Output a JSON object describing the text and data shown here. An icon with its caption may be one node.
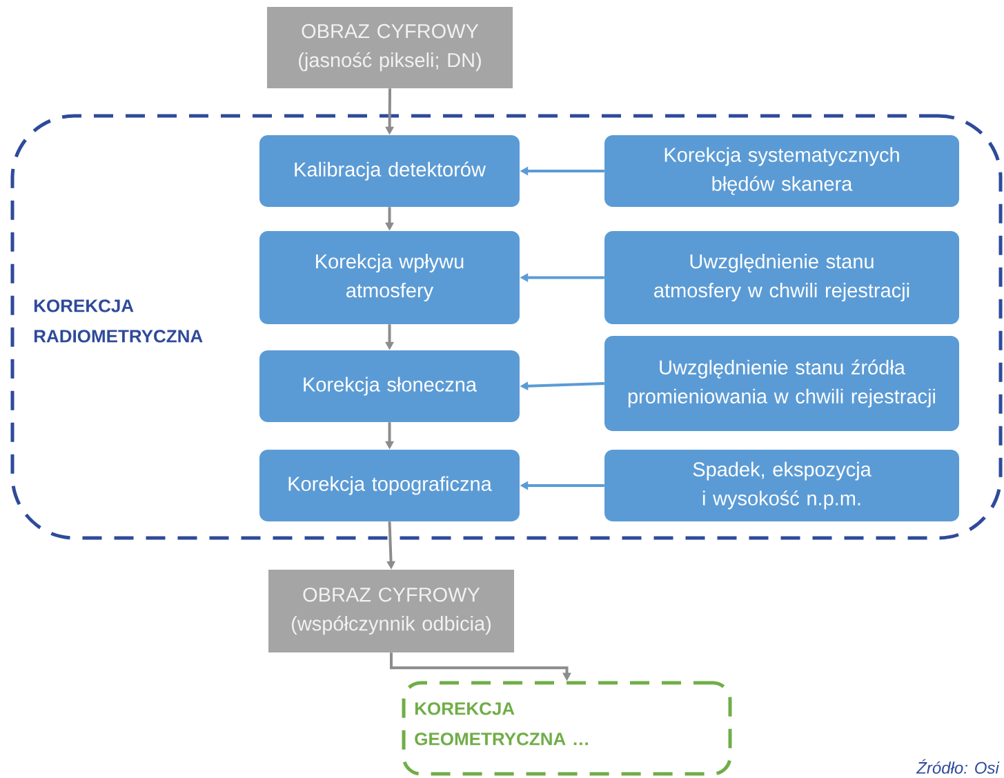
{
  "diagram": {
    "nodes": [
      {
        "text": [
          "OBRAZ CYFROWY (jasność pikseli; DN)"
        ]
      },
      {
        "text": [
          "KOREKCJA RADIOMETRYCZNA"
        ]
      },
      {
        "text": [
          "Kalibracja detektorów"
        ],
        "in": 1
      },
      {
        "text": [
          "Korekcja systematycznych błędów skanera"
        ],
        "in": 1
      },
      {
        "text": [
          "Korekcja wpływu atmosfery"
        ],
        "in": 1
      },
      {
        "text": [
          "Uwzględnienie stanu atmosfery w chwili rejestracji"
        ],
        "in": 1
      },
      {
        "text": [
          "Korekcja słoneczna"
        ],
        "in": 1
      },
      {
        "text": [
          "Uwzględnienie stanu źródła promieniowania w chwili rejestracji"
        ],
        "in": 1
      },
      {
        "text": [
          "Korekcja topograficzna"
        ],
        "in": 1
      },
      {
        "text": [
          "Spadek, ekspozycja i wysokość n.p.m."
        ],
        "in": 1
      },
      {
        "text": [
          "OBRAZ CYFROWY (współczynnik odbicia)"
        ]
      },
      {
        "text": [
          "KOREKCJA GEOMETRYCZNA …"
        ]
      }
    ],
    "edges": [
      {
        "from": 0,
        "to": 2,
        "arrow": "to"
      },
      {
        "from": 3,
        "to": 2,
        "arrow": "to",
        "color": "#5b9bd5"
      },
      {
        "from": 2,
        "to": 4,
        "arrow": "to"
      },
      {
        "from": 5,
        "to": 4,
        "arrow": "to",
        "color": "#5b9bd5"
      },
      {
        "from": 4,
        "to": 6,
        "arrow": "to"
      },
      {
        "from": 7,
        "to": 6,
        "arrow": "to",
        "color": "#5b9bd5"
      },
      {
        "from": 6,
        "to": 8,
        "arrow": "to"
      },
      {
        "from": 9,
        "to": 8,
        "arrow": "to",
        "color": "#5b9bd5"
      },
      {
        "from": 8,
        "to": 10,
        "arrow": "to"
      },
      {
        "from": 10,
        "to": 11,
        "arrow": "to"
      }
    ],
    "labels": [
      "Źródło: Osi"
    ]
  }
}
